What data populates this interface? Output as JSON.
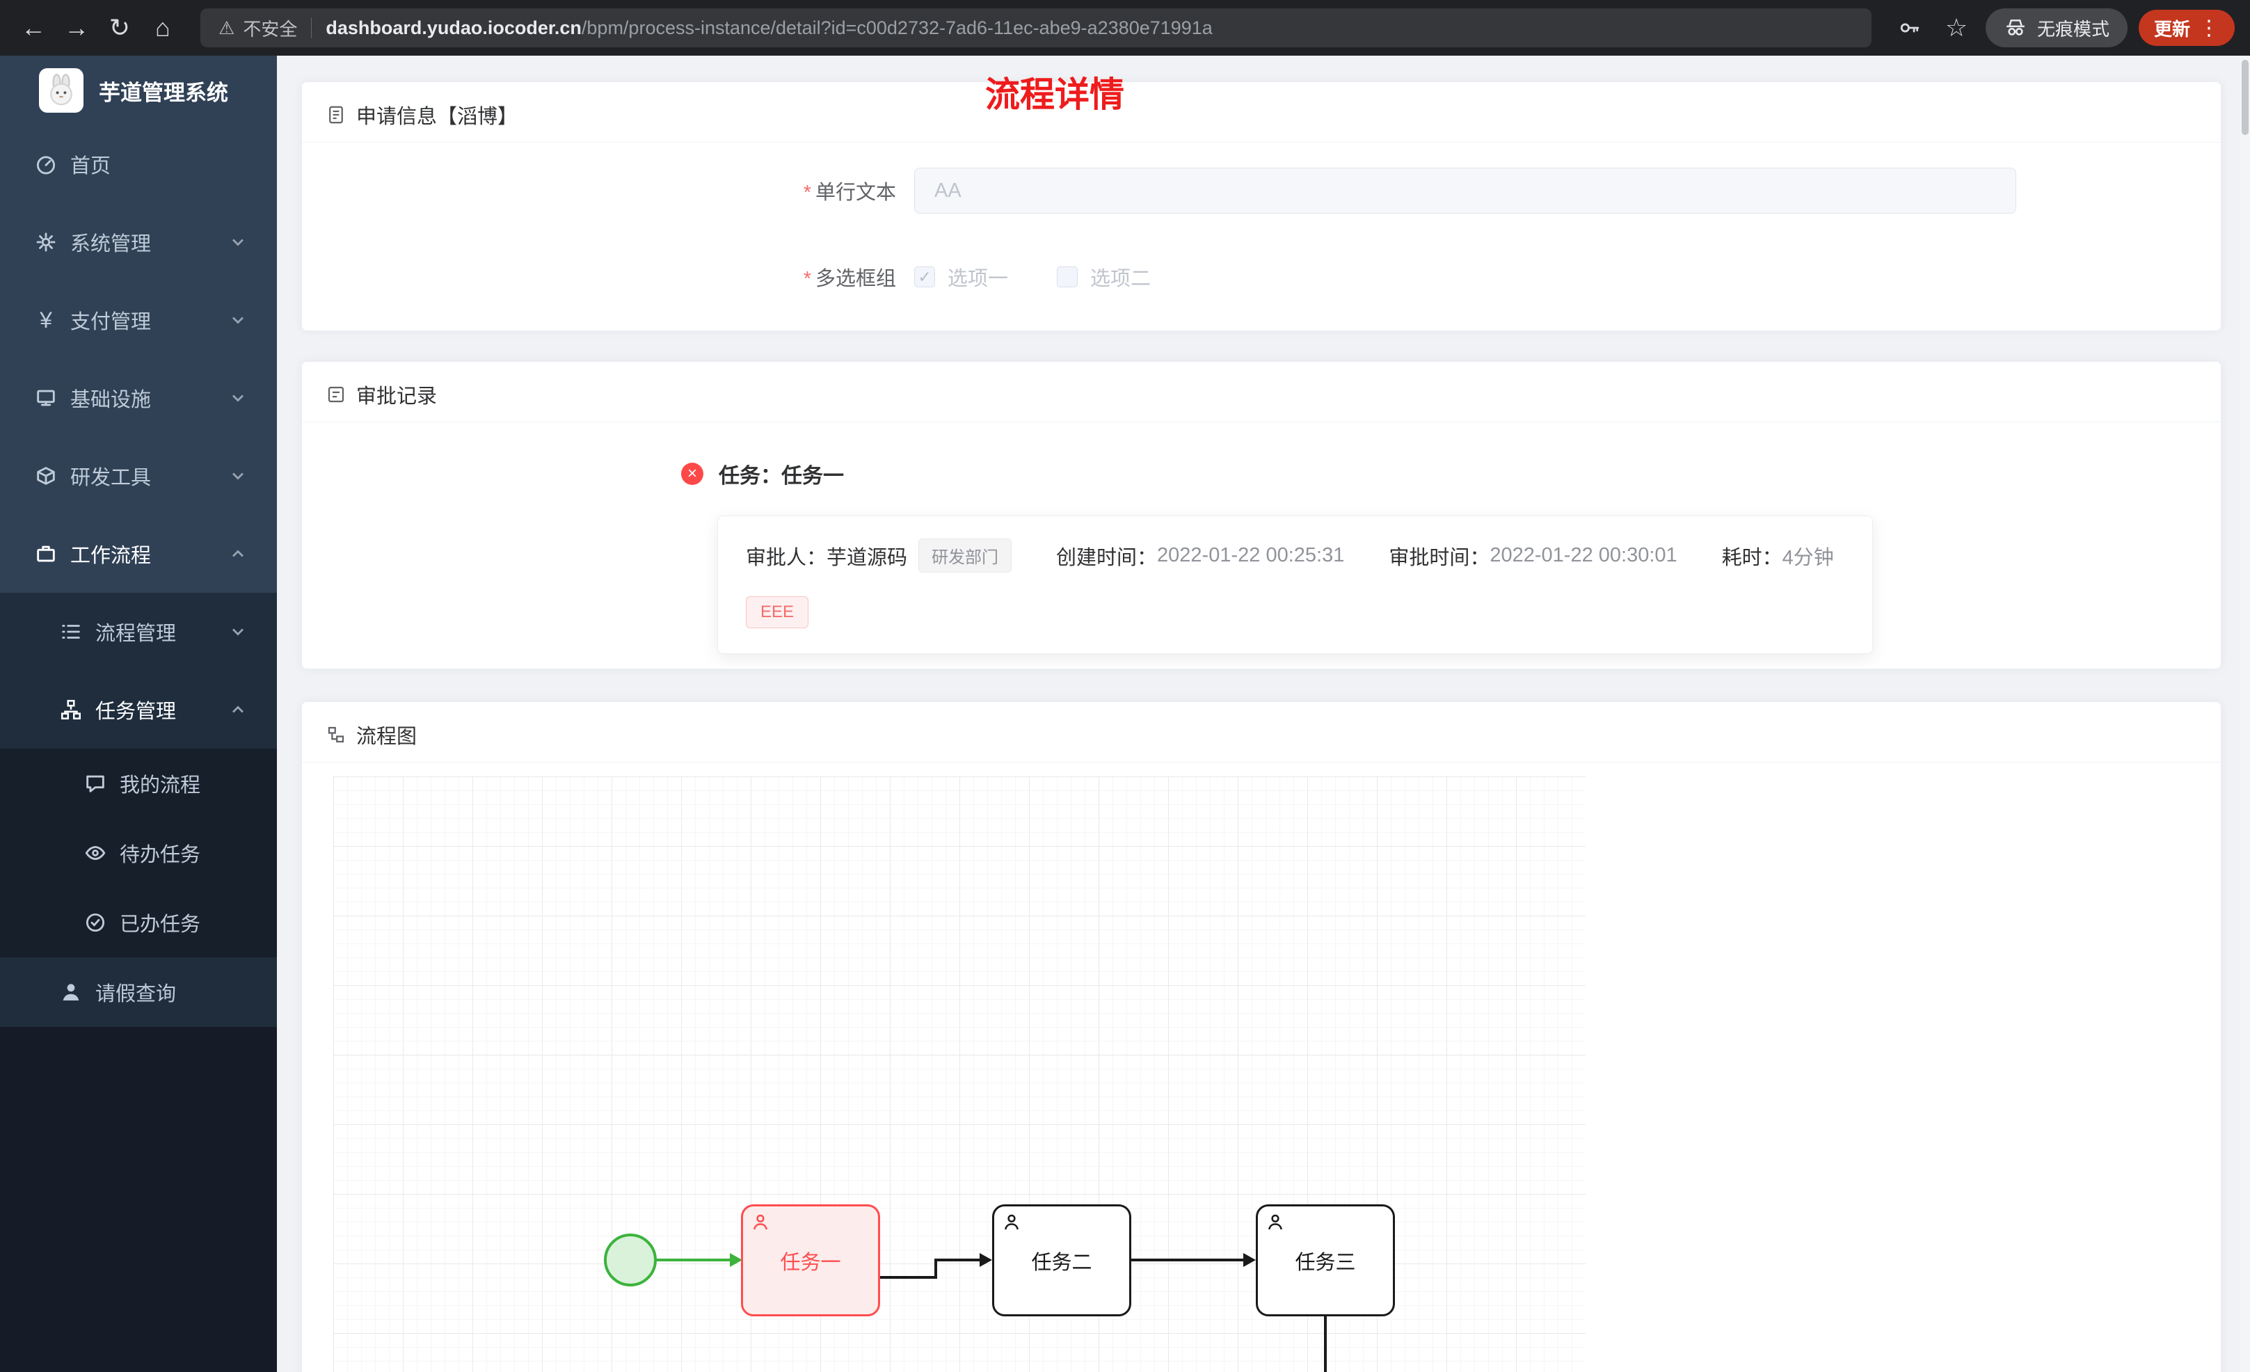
{
  "browser": {
    "security_label": "不安全",
    "url_domain": "dashboard.yudao.iocoder.cn",
    "url_path": "/bpm/process-instance/detail?id=c00d2732-7ad6-11ec-abe9-a2380e71991a",
    "incognito_label": "无痕模式",
    "update_label": "更新"
  },
  "icons": {
    "back": "←",
    "forward": "→",
    "reload": "↻",
    "home": "⌂",
    "warning": "⚠",
    "star": "☆",
    "menu_dots": "⋮",
    "check": "✓",
    "close_x": "×",
    "required": "*",
    "yen": "¥"
  },
  "sidebar": {
    "app_title": "芋道管理系统",
    "items": [
      {
        "label": "首页"
      },
      {
        "label": "系统管理"
      },
      {
        "label": "支付管理"
      },
      {
        "label": "基础设施"
      },
      {
        "label": "研发工具"
      },
      {
        "label": "工作流程"
      },
      {
        "label": "流程管理"
      },
      {
        "label": "任务管理"
      },
      {
        "label": "我的流程"
      },
      {
        "label": "待办任务"
      },
      {
        "label": "已办任务"
      },
      {
        "label": "请假查询"
      }
    ]
  },
  "page": {
    "title": "流程详情"
  },
  "apply_card": {
    "header": "申请信息【滔博】",
    "text_field_label": "单行文本",
    "text_field_value": "AA",
    "checkbox_group_label": "多选框组",
    "option1": "选项一",
    "option2": "选项二"
  },
  "approval_card": {
    "header": "审批记录",
    "task_title": "任务：任务一",
    "approver_label": "审批人：",
    "approver": "芋道源码",
    "dept_tag": "研发部门",
    "created_label": "创建时间：",
    "created": "2022-01-22 00:25:31",
    "approved_label": "审批时间：",
    "approved": "2022-01-22 00:30:01",
    "duration_label": "耗时：",
    "duration": "4分钟",
    "comment_tag": "EEE"
  },
  "diagram_card": {
    "header": "流程图",
    "tasks": [
      "任务一",
      "任务二",
      "任务三"
    ]
  },
  "colors": {
    "page_title_red": "#ee1c1c",
    "chrome_bg": "#202124",
    "update_button_bg": "#c5361f",
    "sidebar_bg": "#304156",
    "sidebar_submenu_bg": "#1f2d3d",
    "sidebar_text": "#bfcbd9",
    "highlight_task_red": "#ff4d4f",
    "start_event_green": "#3cb33c",
    "danger_text": "#f56c6c",
    "tag_info_bg": "#f4f4f5"
  }
}
